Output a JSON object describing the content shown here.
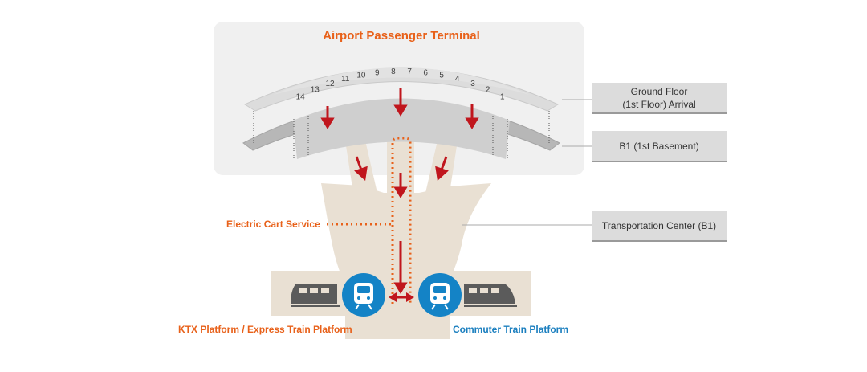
{
  "diagram": {
    "title": "Airport Passenger Terminal",
    "gates": [
      "14",
      "13",
      "12",
      "11",
      "10",
      "9",
      "8",
      "7",
      "6",
      "5",
      "4",
      "3",
      "2",
      "1"
    ],
    "floors": {
      "ground": [
        "Ground Floor",
        "(1st Floor) Arrival"
      ],
      "b1": "B1 (1st Basement)",
      "transport": "Transportation Center (B1)"
    },
    "electric_cart": "Electric Cart Service",
    "ktx_platform": "KTX Platform / Express Train Platform",
    "commuter_platform": "Commuter Train Platform",
    "colors": {
      "accent_orange": "#e8611a",
      "arrow_red": "#c0161d",
      "commuter_blue": "#1b7fbf",
      "platform_blue": "#1483c6",
      "sand": "#e9e0d3",
      "panel": "#f0f0f0"
    },
    "icons": [
      "train-icon",
      "train-icon",
      "bidirectional-arrow-icon"
    ]
  }
}
